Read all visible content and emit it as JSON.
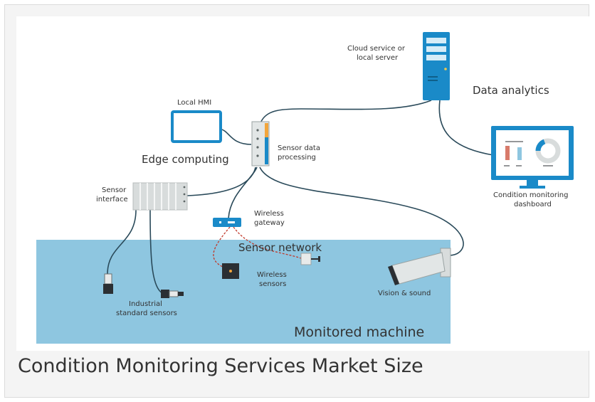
{
  "diagram": {
    "labels": {
      "cloud_line1": "Cloud service or",
      "cloud_line2": "local server",
      "data_analytics": "Data analytics",
      "local_hmi": "Local HMI",
      "edge_computing": "Edge computing",
      "sensor_data_line1": "Sensor data",
      "sensor_data_line2": "processing",
      "sensor_interface_line1": "Sensor",
      "sensor_interface_line2": "interface",
      "wireless_gateway_line1": "Wireless",
      "wireless_gateway_line2": "gateway",
      "sensor_network": "Sensor network",
      "wireless_sensors_line1": "Wireless",
      "wireless_sensors_line2": "sensors",
      "industrial_line1": "Industrial",
      "industrial_line2": "standard sensors",
      "vision_sound": "Vision & sound",
      "dashboard_line1": "Condition monitoring",
      "dashboard_line2": "dashboard",
      "monitored_machine": "Monitored machine"
    },
    "colors": {
      "accent": "#1a8ac8",
      "machine_area": "#8ec6e0",
      "cable": "#2a4a5a",
      "wireless_link": "#c0392b",
      "panel_grey": "#d8dcdc"
    }
  },
  "caption": "Condition Monitoring Services Market Size"
}
